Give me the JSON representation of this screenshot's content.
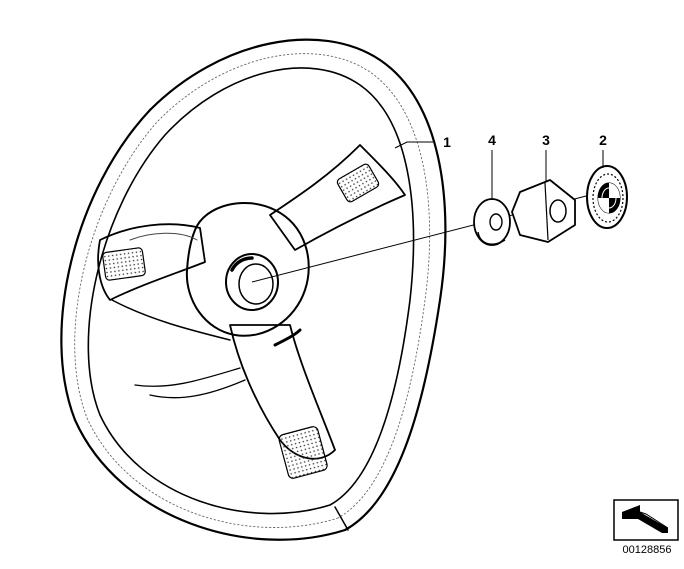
{
  "callouts": [
    {
      "id": "1",
      "label": "1"
    },
    {
      "id": "2",
      "label": "2"
    },
    {
      "id": "3",
      "label": "3"
    },
    {
      "id": "4",
      "label": "4"
    }
  ],
  "document_number": "00128856",
  "colors": {
    "ink": "#000000",
    "paper": "#ffffff",
    "hatch": "#555555"
  },
  "icons": {
    "catalog_symbol": "bent-arrow-icon"
  }
}
